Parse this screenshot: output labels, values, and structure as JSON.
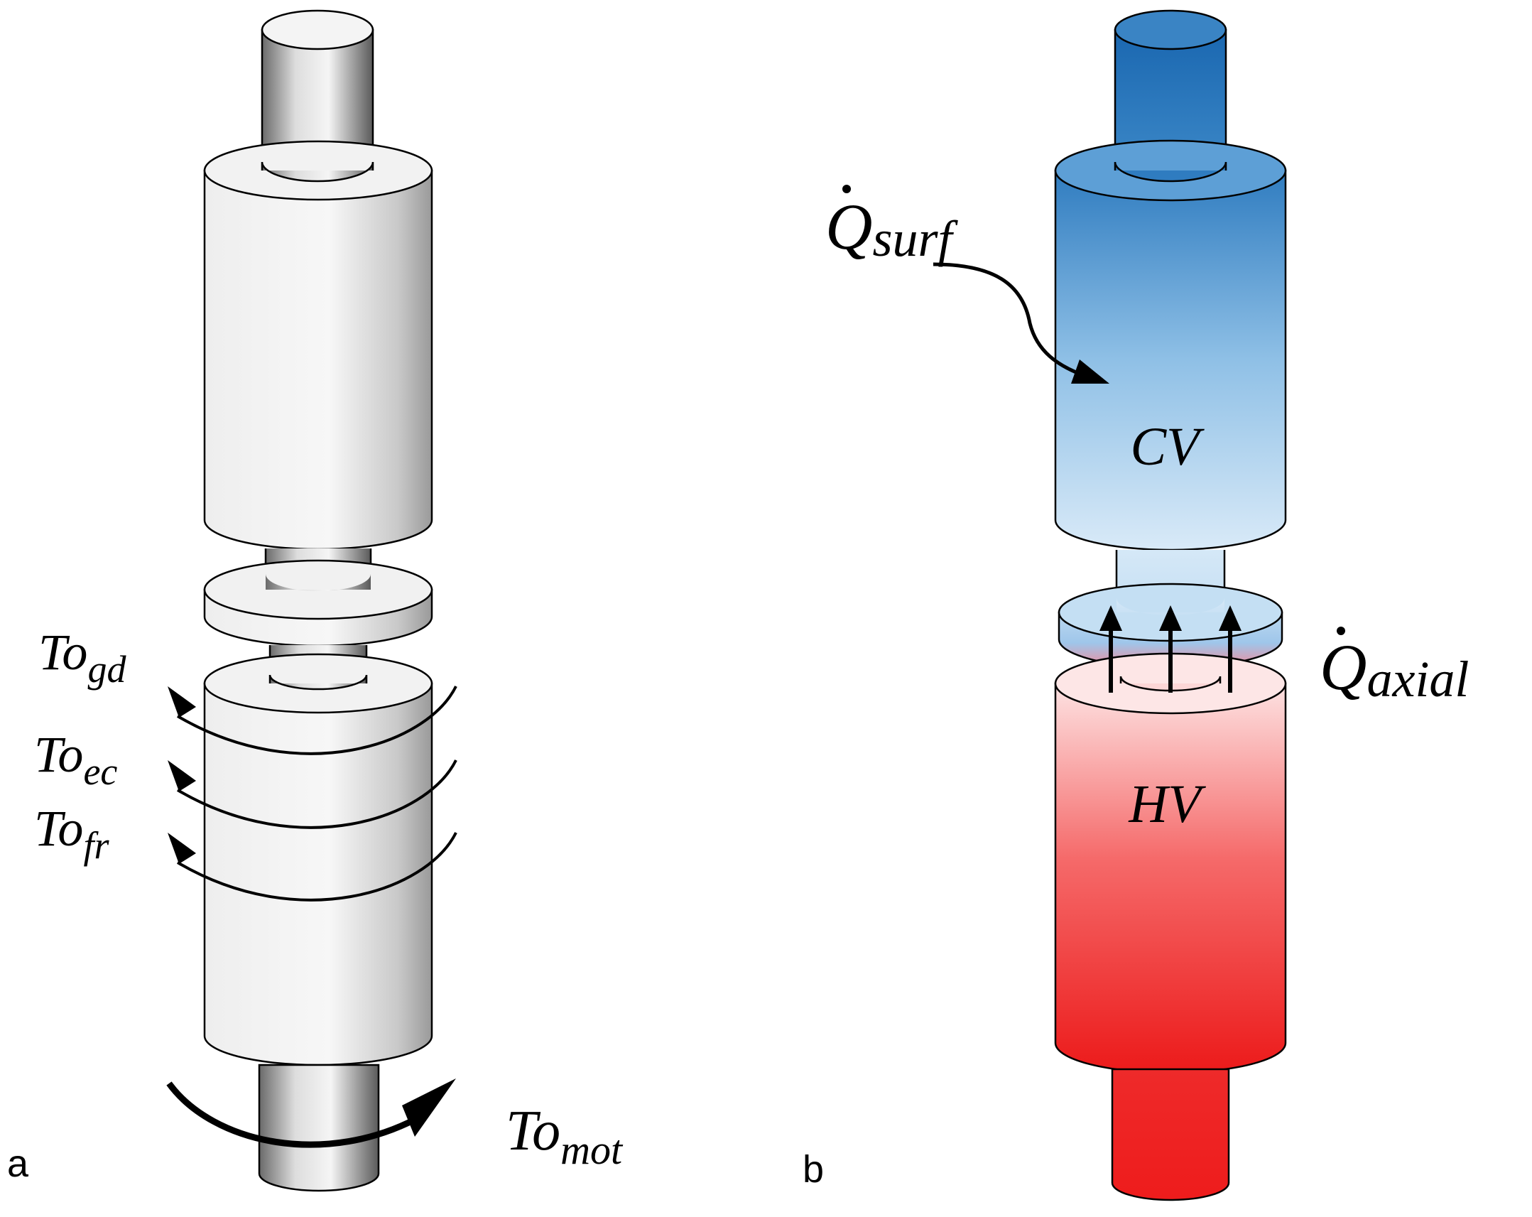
{
  "panel_a": {
    "label": "a",
    "torques": {
      "gd": {
        "base": "To",
        "sub": "gd"
      },
      "ec": {
        "base": "To",
        "sub": "ec"
      },
      "fr": {
        "base": "To",
        "sub": "fr"
      },
      "mot": {
        "base": "To",
        "sub": "mot"
      }
    }
  },
  "panel_b": {
    "label": "b",
    "control_volumes": {
      "cold": "CV",
      "hot": "HV"
    },
    "heat_flows": {
      "surf": {
        "base": "Q",
        "sub": "surf"
      },
      "axial": {
        "base": "Q",
        "sub": "axial"
      }
    },
    "colors": {
      "cold": "#1f6fb5",
      "hot": "#ee1c1c"
    }
  }
}
